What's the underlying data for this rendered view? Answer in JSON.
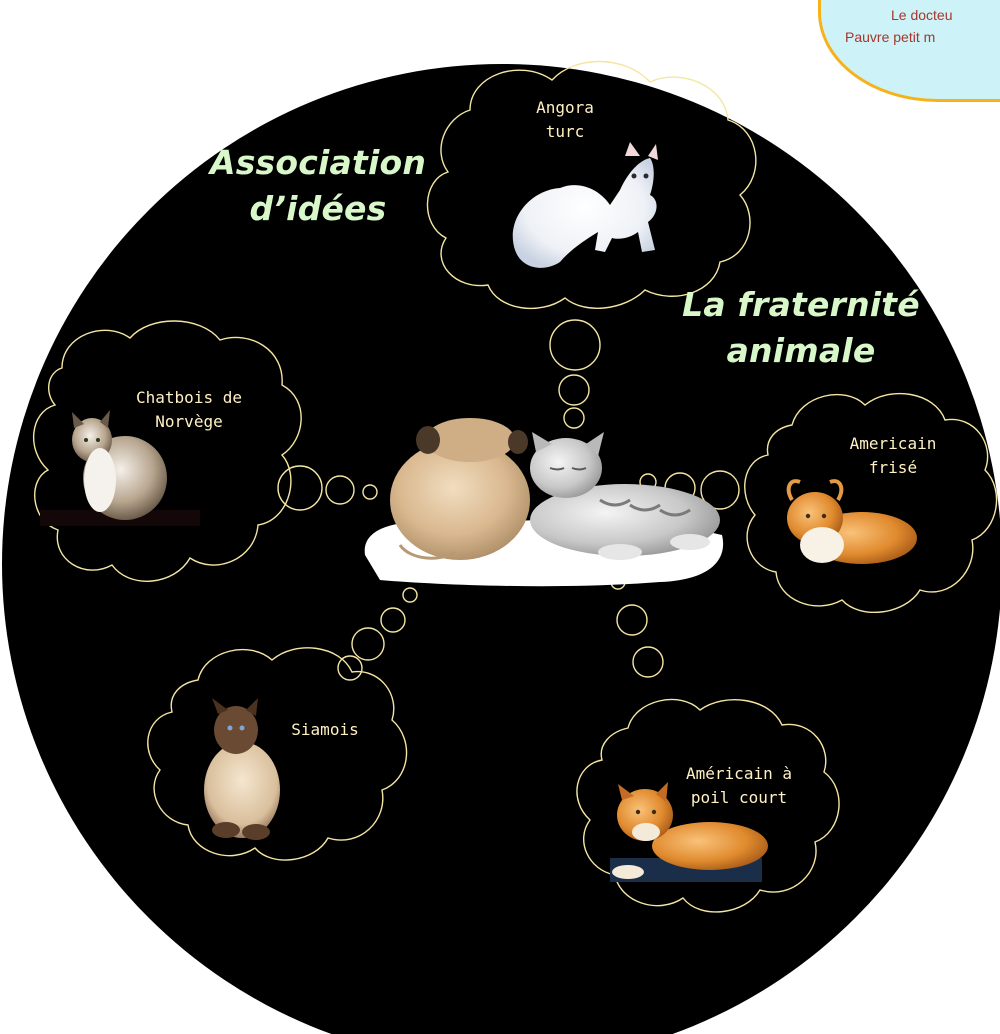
{
  "speech_bubble": {
    "line1": "Le docteu",
    "line2": "Pauvre petit m"
  },
  "headlines": {
    "association": [
      "Association",
      "d’idées"
    ],
    "fraternite": [
      "La fraternité",
      "animale"
    ]
  },
  "clouds": {
    "angora": [
      "Angora",
      "turc"
    ],
    "norvege": [
      "Chatbois de",
      "Norvège"
    ],
    "frise": [
      "Americain",
      "frisé"
    ],
    "siamois": [
      "Siamois"
    ],
    "poil_court": [
      "Américain à",
      "poil court"
    ]
  },
  "colors": {
    "background_disc": "#000000",
    "cloud_outline": "#f4e6a2",
    "headline_text": "#d8f8c9",
    "cloud_text": "#fff1c2",
    "bubble_fill": "#cdf3f8",
    "bubble_border": "#f7b21a",
    "bubble_text": "#a8352b"
  }
}
